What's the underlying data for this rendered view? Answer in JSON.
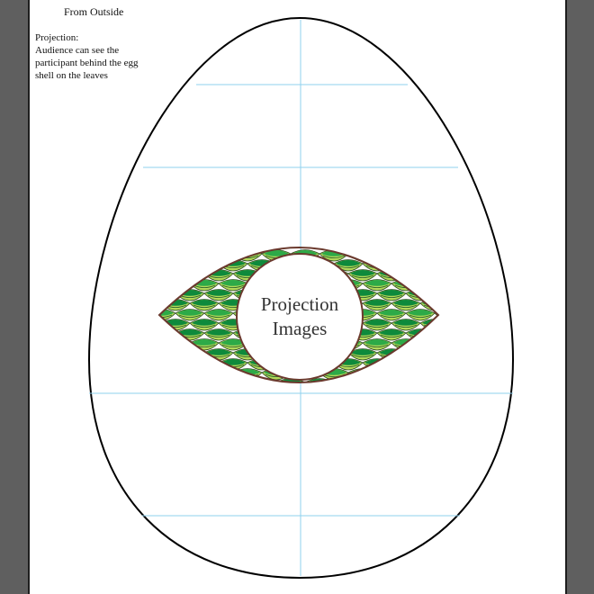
{
  "heading": "From Outside",
  "note": {
    "title": "Projection:",
    "body": "Audience can see the participant behind the egg shell on the leaves"
  },
  "center_label": {
    "line1": "Projection",
    "line2": "Images"
  },
  "colors": {
    "canvas_background": "#5f5f5f",
    "page": "#ffffff",
    "egg_outline": "#000000",
    "guide_lines": "#8fd0ee",
    "eye_outline": "#6b3a2e",
    "leaf_dark": "#0e8a3c",
    "leaf_mid": "#2daa48",
    "leaf_light": "#b3d85a"
  },
  "icons": [
    "leaf-scale-pattern"
  ]
}
